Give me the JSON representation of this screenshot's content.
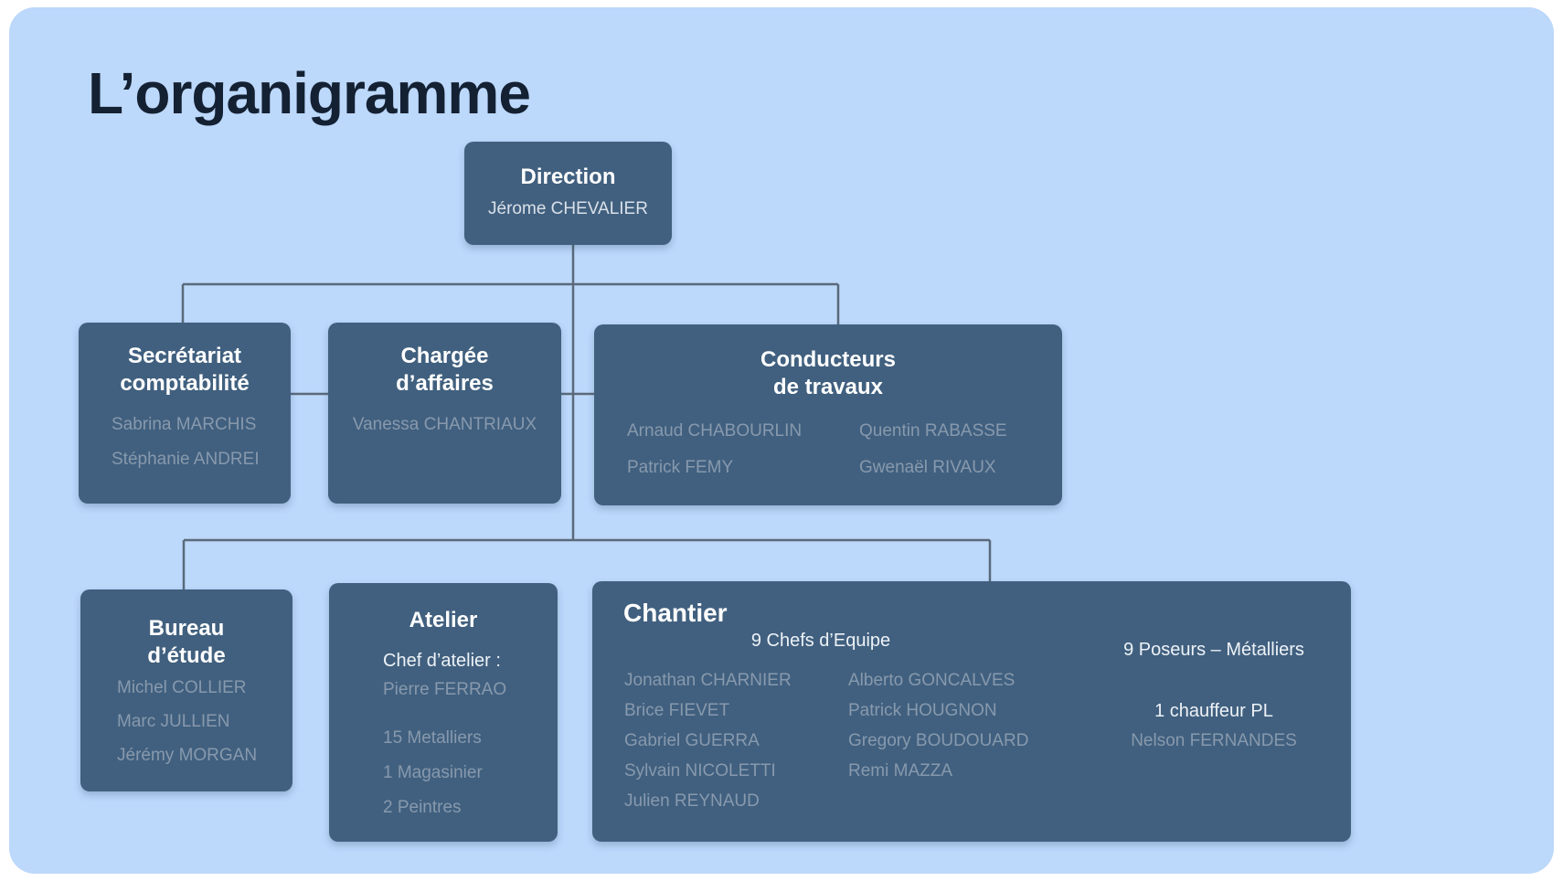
{
  "slide_title": "L’organigramme",
  "org": {
    "direction": {
      "title": "Direction",
      "name": "Jérome CHEVALIER"
    },
    "secretariat": {
      "title": "Secrétariat\ncomptabilité",
      "names": [
        "Sabrina MARCHIS",
        "Stéphanie ANDREI"
      ]
    },
    "chargee": {
      "title": "Chargée\nd’affaires",
      "name": "Vanessa CHANTRIAUX"
    },
    "conducteurs": {
      "title": "Conducteurs\nde travaux",
      "names_col1": [
        "Arnaud CHABOURLIN",
        "Patrick FEMY"
      ],
      "names_col2": [
        "Quentin RABASSE",
        "Gwenaël RIVAUX"
      ]
    },
    "bureau": {
      "title": "Bureau\nd’étude",
      "names": [
        "Michel COLLIER",
        "Marc JULLIEN",
        "Jérémy MORGAN"
      ]
    },
    "atelier": {
      "title": "Atelier",
      "chef_label": "Chef d’atelier :",
      "chef_name": "Pierre FERRAO",
      "staff": [
        "15 Metalliers",
        "1 Magasinier",
        "2 Peintres"
      ]
    },
    "chantier": {
      "title": "Chantier",
      "chefs_label": "9 Chefs d’Equipe",
      "chefs_col1": [
        "Jonathan CHARNIER",
        "Brice FIEVET",
        "Gabriel GUERRA",
        "Sylvain NICOLETTI",
        "Julien REYNAUD"
      ],
      "chefs_col2": [
        "Alberto GONCALVES",
        "Patrick HOUGNON",
        "Gregory BOUDOUARD",
        "Remi MAZZA"
      ],
      "poseurs_label": "9 Poseurs – Métalliers",
      "chauffeur_label": "1 chauffeur PL",
      "chauffeur_name": "Nelson FERNANDES"
    }
  },
  "colors": {
    "panel_bg": "#bcd8fb",
    "box_bg": "#41607f",
    "title_text": "#ffffff",
    "muted_name": "#8799ad",
    "light_name": "#d9e0e9",
    "heading": "#142133",
    "connector": "#5a6a7a"
  }
}
